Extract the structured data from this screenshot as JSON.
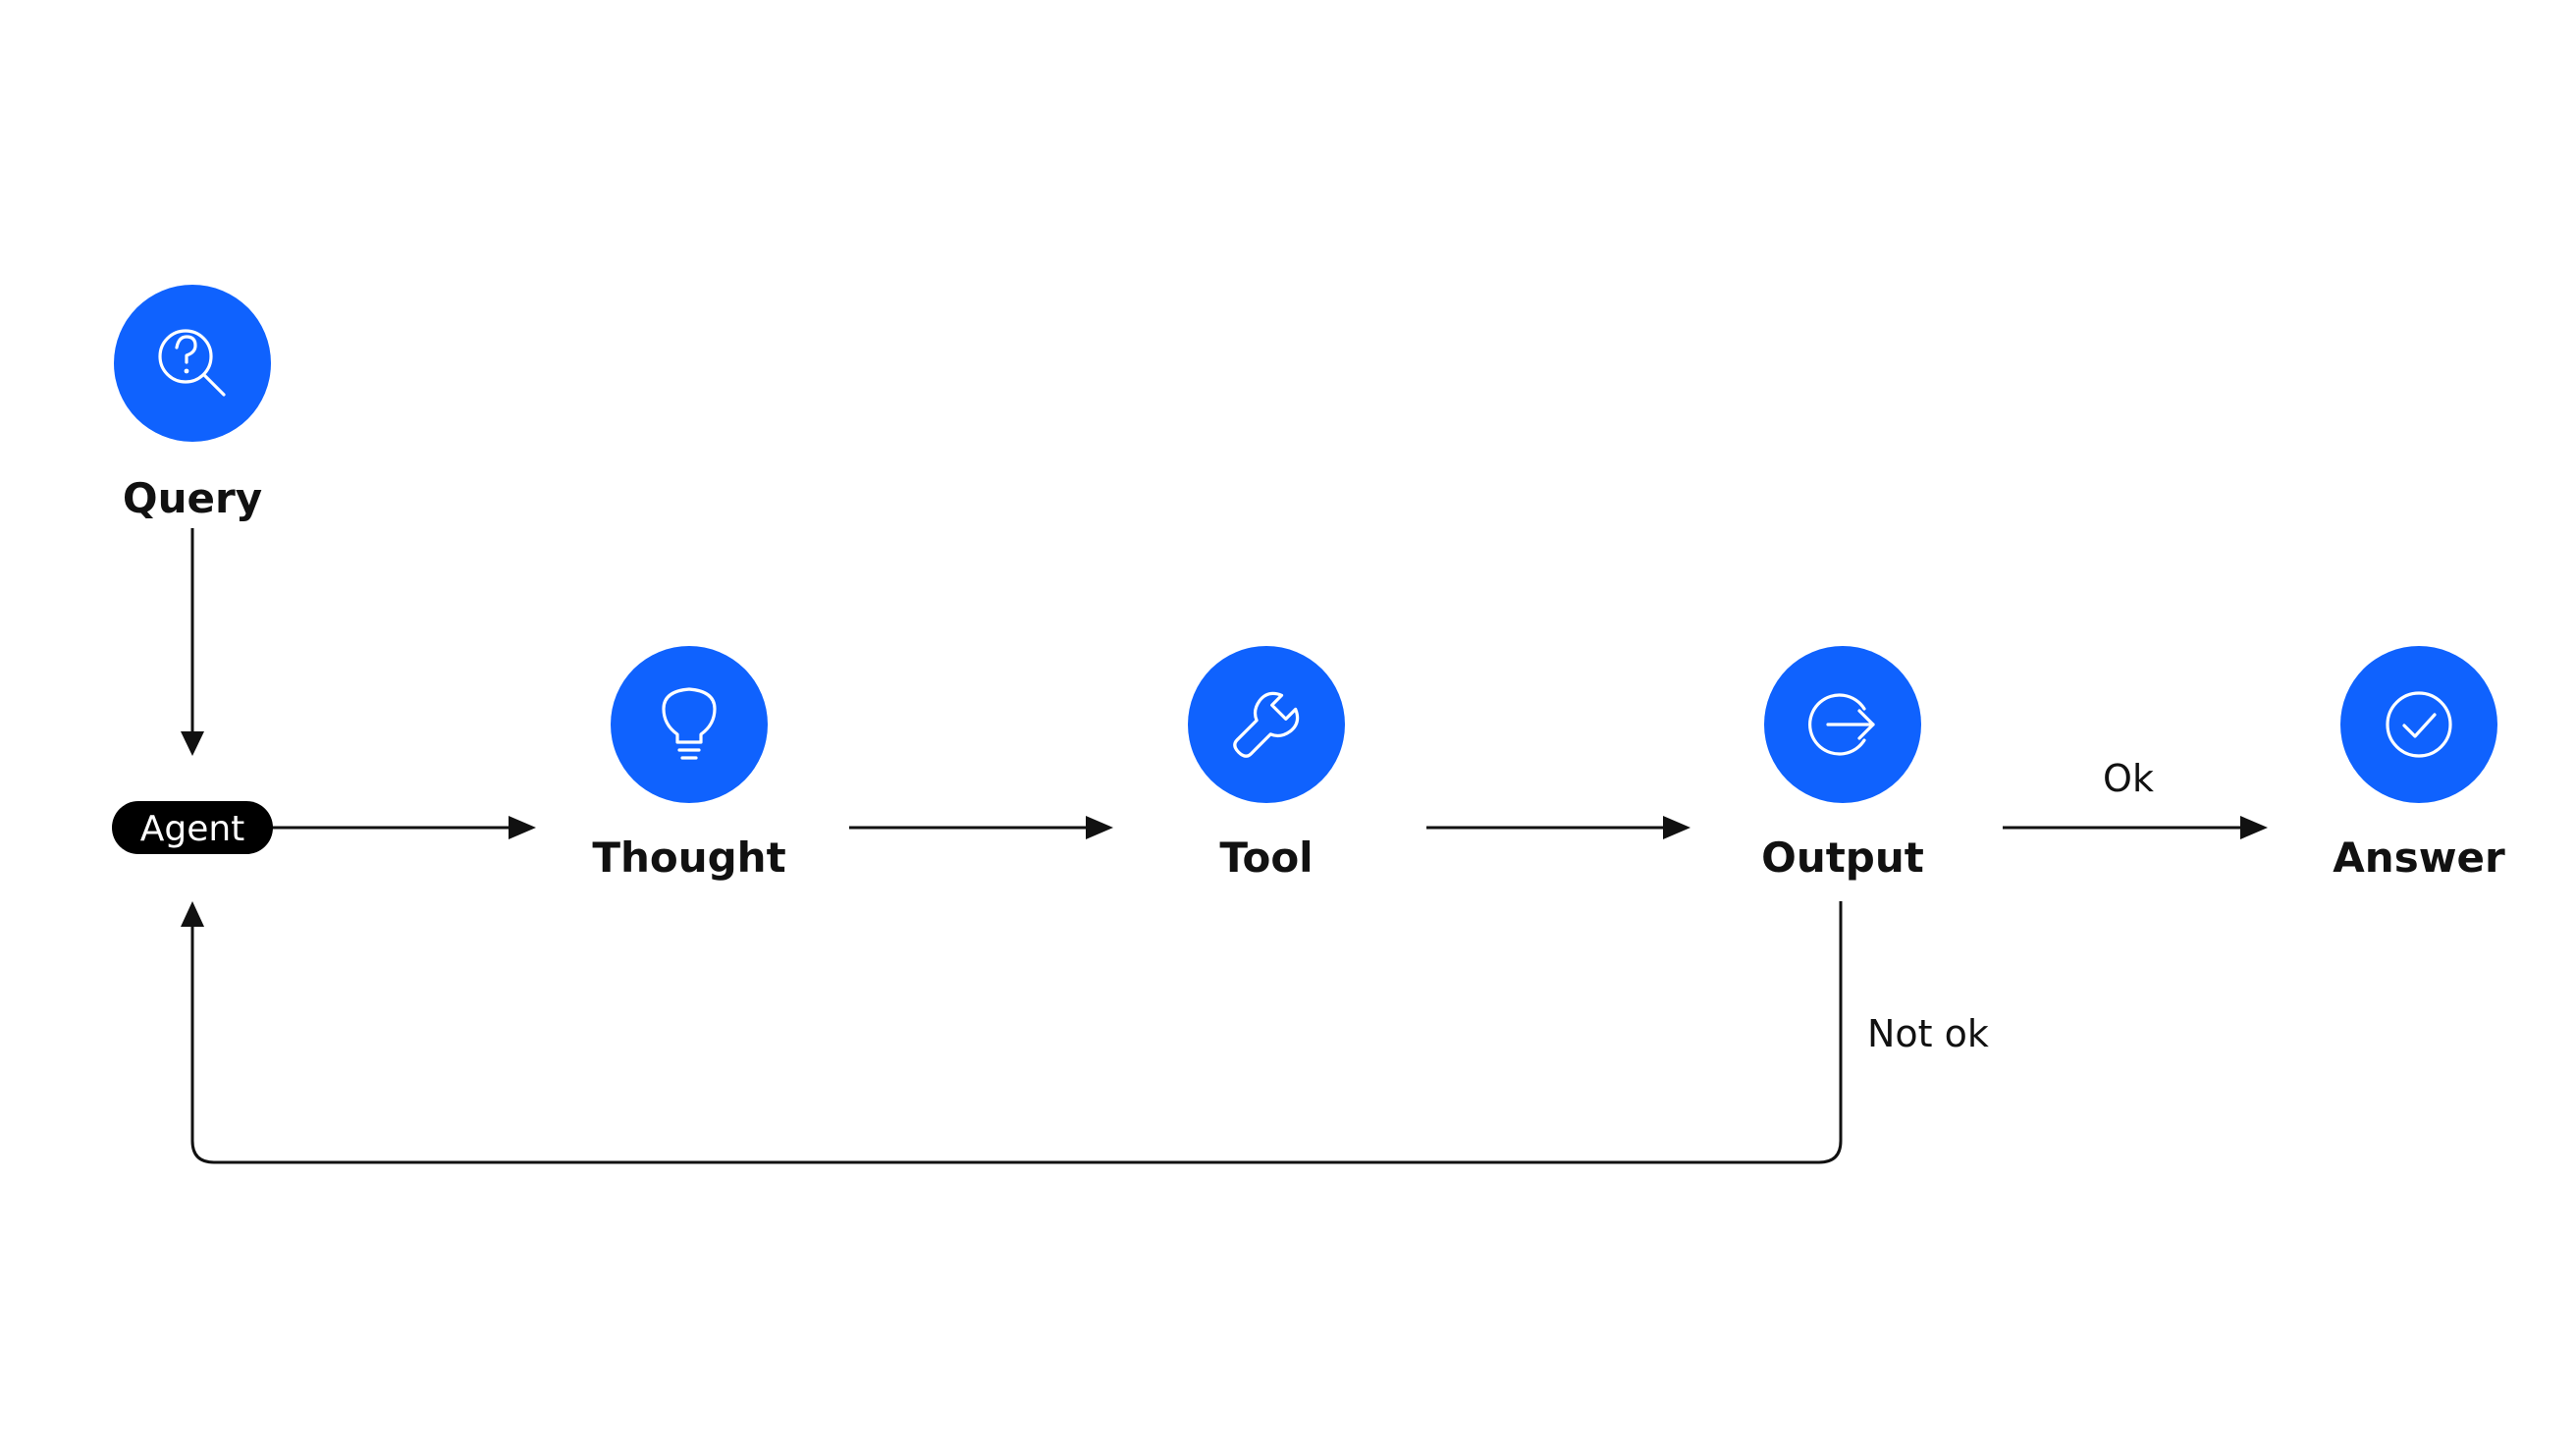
{
  "nodes": {
    "query": {
      "label": "Query",
      "icon": "search-question-icon"
    },
    "agent": {
      "label": "Agent"
    },
    "thought": {
      "label": "Thought",
      "icon": "lightbulb-icon"
    },
    "tool": {
      "label": "Tool",
      "icon": "wrench-icon"
    },
    "output": {
      "label": "Output",
      "icon": "exit-arrow-icon"
    },
    "answer": {
      "label": "Answer",
      "icon": "checkmark-circle-icon"
    }
  },
  "edges": {
    "ok_label": "Ok",
    "not_ok_label": "Not ok"
  },
  "colors": {
    "accent": "#0F62FE",
    "line": "#111111",
    "agent_pill": "#000000"
  }
}
